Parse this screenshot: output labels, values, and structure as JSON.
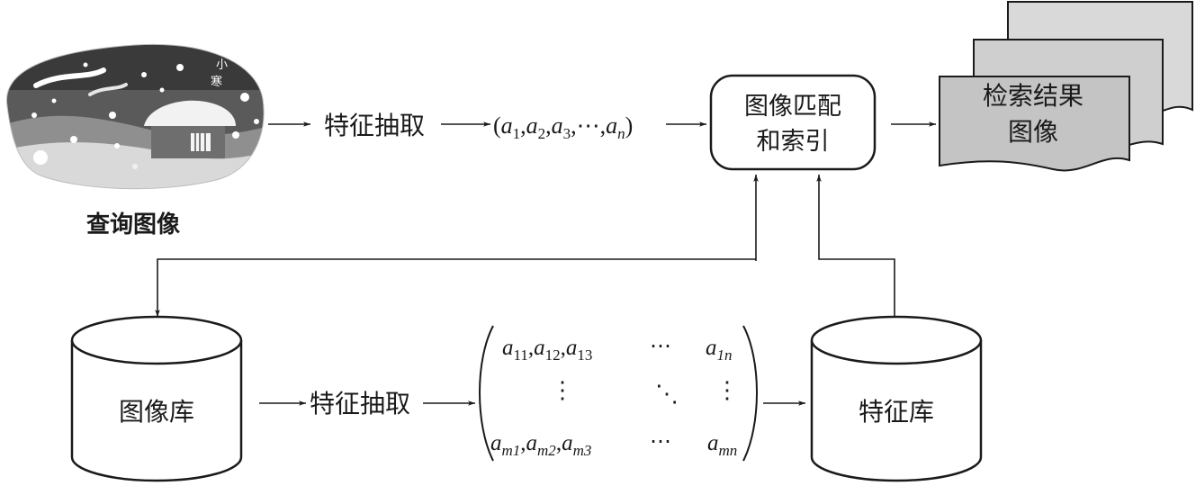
{
  "query": {
    "label": "查询图像",
    "image_text": "小\n寒"
  },
  "top_flow": {
    "extract_label": "特征抽取",
    "vector": {
      "symbol": "a",
      "subscripts": [
        "1",
        "2",
        "3",
        "n"
      ],
      "ellipsis": "⋯"
    }
  },
  "match_box": {
    "line1": "图像匹配",
    "line2": "和索引"
  },
  "result": {
    "line1": "检索结果",
    "line2": "图像"
  },
  "image_db": {
    "label": "图像库"
  },
  "bottom_flow": {
    "extract_label": "特征抽取"
  },
  "matrix": {
    "symbol": "a",
    "row1": [
      "11",
      "12",
      "13",
      "1n"
    ],
    "row3": [
      "m1",
      "m2",
      "m3",
      "mn"
    ],
    "hdots": "⋯",
    "vdots": "⋮",
    "ddots": "⋱"
  },
  "feature_db": {
    "label": "特征库"
  }
}
